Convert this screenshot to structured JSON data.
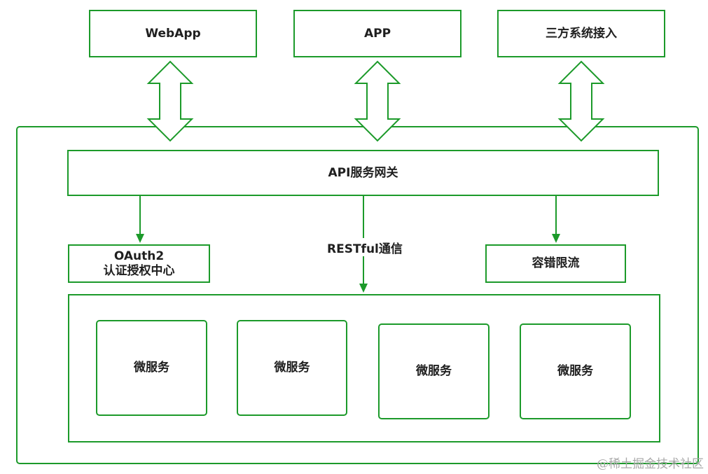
{
  "clients": {
    "webapp": "WebApp",
    "app": "APP",
    "third_party": "三方系统接入"
  },
  "gateway": {
    "label": "API服务网关"
  },
  "auth": {
    "line1": "OAuth2",
    "line2": "认证授权中心"
  },
  "communication": {
    "label": "RESTful通信"
  },
  "fault_tolerance": {
    "label": "容错限流"
  },
  "microservices": [
    {
      "label": "微服务"
    },
    {
      "label": "微服务"
    },
    {
      "label": "微服务"
    },
    {
      "label": "微服务"
    }
  ],
  "watermark": {
    "text": "@稀土掘金技术社区"
  },
  "colors": {
    "stroke": "#1c9a2a",
    "text": "#1f1f1f"
  }
}
